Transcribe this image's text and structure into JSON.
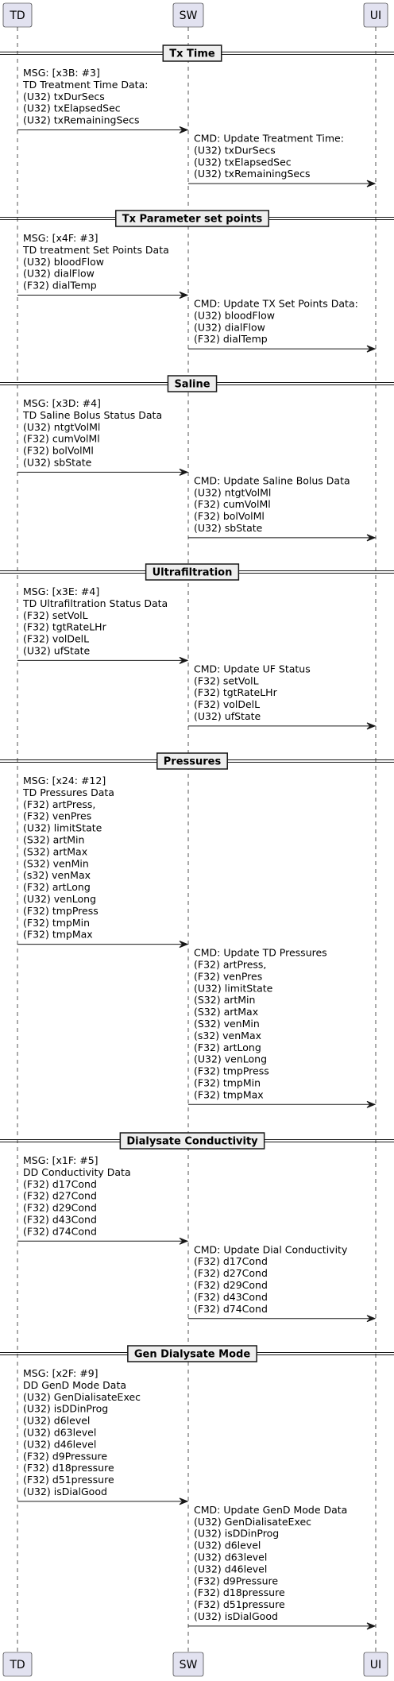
{
  "participants": [
    "TD",
    "SW",
    "UI"
  ],
  "sections": [
    {
      "title": "Tx Time",
      "messages": [
        {
          "from": "TD",
          "to": "SW",
          "lines": [
            "MSG: [x3B: #3]",
            "TD Treatment Time Data:",
            "(U32) txDurSecs",
            "(U32) txElapsedSec",
            "(U32) txRemainingSecs"
          ]
        },
        {
          "from": "SW",
          "to": "UI",
          "lines": [
            "CMD: Update Treatment Time:",
            "(U32) txDurSecs",
            "(U32) txElapsedSec",
            "(U32) txRemainingSecs"
          ]
        }
      ]
    },
    {
      "title": "Tx Parameter set points",
      "messages": [
        {
          "from": "TD",
          "to": "SW",
          "lines": [
            "MSG: [x4F: #3]",
            "TD treatment Set Points Data",
            "(U32) bloodFlow",
            "(U32) dialFlow",
            "(F32) dialTemp"
          ]
        },
        {
          "from": "SW",
          "to": "UI",
          "lines": [
            "CMD: Update TX Set Points Data:",
            "(U32) bloodFlow",
            "(U32) dialFlow",
            "(F32) dialTemp"
          ]
        }
      ]
    },
    {
      "title": "Saline",
      "messages": [
        {
          "from": "TD",
          "to": "SW",
          "lines": [
            "MSG: [x3D: #4]",
            "TD Saline Bolus Status Data",
            "(U32) ntgtVolMl",
            "(F32) cumVolMl",
            "(F32) bolVolMl",
            "(U32) sbState"
          ]
        },
        {
          "from": "SW",
          "to": "UI",
          "lines": [
            "CMD: Update Saline Bolus Data",
            "(U32) ntgtVolMl",
            "(F32) cumVolMl",
            "(F32) bolVolMl",
            "(U32) sbState"
          ]
        }
      ]
    },
    {
      "title": "Ultrafiltration",
      "messages": [
        {
          "from": "TD",
          "to": "SW",
          "lines": [
            "MSG: [x3E: #4]",
            "TD Ultrafiltration Status Data",
            "(F32) setVolL",
            "(F32) tgtRateLHr",
            "(F32) volDelL",
            "(U32) ufState"
          ]
        },
        {
          "from": "SW",
          "to": "UI",
          "lines": [
            "CMD: Update UF Status",
            "(F32) setVolL",
            "(F32) tgtRateLHr",
            "(F32) volDelL",
            "(U32) ufState"
          ]
        }
      ]
    },
    {
      "title": "Pressures",
      "messages": [
        {
          "from": "TD",
          "to": "SW",
          "lines": [
            "MSG: [x24: #12]",
            "TD Pressures Data",
            "(F32) artPress,",
            "(F32) venPres",
            "(U32) limitState",
            "(S32) artMin",
            "(S32) artMax",
            "(S32) venMin",
            "(s32) venMax",
            "(F32) artLong",
            "(U32) venLong",
            "(F32) tmpPress",
            "(F32) tmpMin",
            "(F32) tmpMax"
          ]
        },
        {
          "from": "SW",
          "to": "UI",
          "lines": [
            "CMD: Update TD Pressures",
            "(F32) artPress,",
            "(F32) venPres",
            "(U32) limitState",
            "(S32) artMin",
            "(S32) artMax",
            "(S32) venMin",
            "(s32) venMax",
            "(F32) artLong",
            "(U32) venLong",
            "(F32) tmpPress",
            "(F32) tmpMin",
            "(F32) tmpMax"
          ]
        }
      ]
    },
    {
      "title": "Dialysate Conductivity",
      "messages": [
        {
          "from": "TD",
          "to": "SW",
          "lines": [
            "MSG: [x1F: #5]",
            "DD Conductivity Data",
            "(F32) d17Cond",
            "(F32) d27Cond",
            "(F32) d29Cond",
            "(F32) d43Cond",
            "(F32) d74Cond"
          ]
        },
        {
          "from": "SW",
          "to": "UI",
          "lines": [
            "CMD: Update Dial Conductivity",
            "(F32) d17Cond",
            "(F32) d27Cond",
            "(F32) d29Cond",
            "(F32) d43Cond",
            "(F32) d74Cond"
          ]
        }
      ]
    },
    {
      "title": "Gen Dialysate Mode",
      "messages": [
        {
          "from": "TD",
          "to": "SW",
          "lines": [
            "MSG: [x2F: #9]",
            "DD GenD Mode Data",
            "(U32) GenDialisateExec",
            "(U32) isDDinProg",
            "(U32) d6level",
            "(U32) d63level",
            "(U32) d46level",
            "(F32) d9Pressure",
            "(F32) d18pressure",
            "(F32) d51pressure",
            "(U32) isDialGood"
          ]
        },
        {
          "from": "SW",
          "to": "UI",
          "lines": [
            "CMD: Update GenD Mode Data",
            "(U32) GenDialisateExec",
            "(U32) isDDinProg",
            "(U32) d6level",
            "(U32) d63level",
            "(U32) d46level",
            "(F32) d9Pressure",
            "(F32) d18pressure",
            "(F32) d51pressure",
            "(U32) isDialGood"
          ]
        }
      ]
    }
  ]
}
